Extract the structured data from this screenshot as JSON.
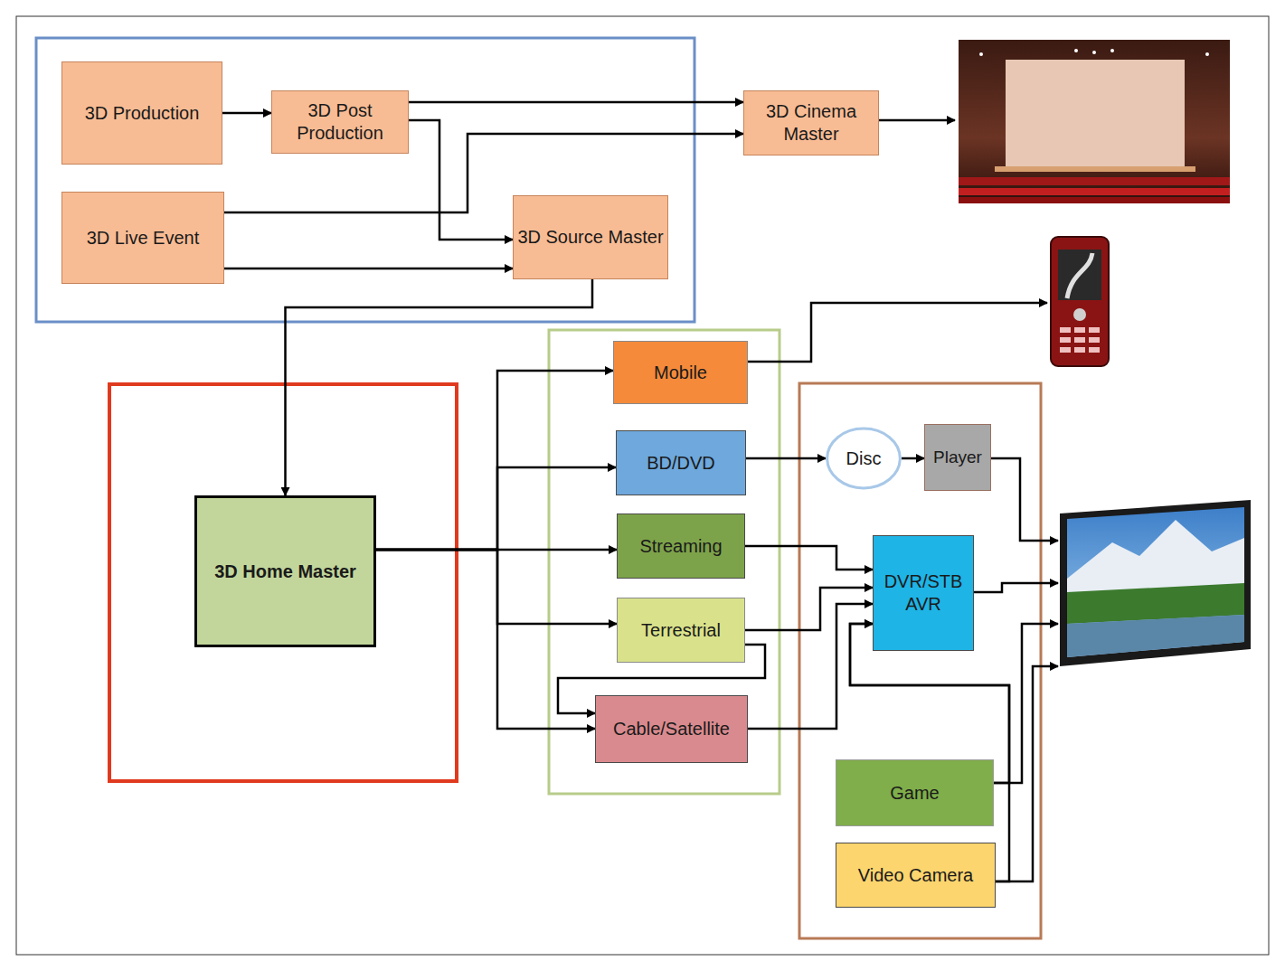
{
  "diagram": {
    "nodes": [
      {
        "text": [
          "3D Production"
        ]
      },
      {
        "text": [
          "3D Post Production"
        ]
      },
      {
        "text": [
          "3D Cinema Master"
        ]
      },
      {
        "text": [
          "3D Live Event"
        ]
      },
      {
        "text": [
          "3D Source Master"
        ]
      },
      {
        "text": [
          "3D Home Master"
        ]
      },
      {
        "text": [
          "Mobile"
        ]
      },
      {
        "text": [
          "BD/DVD"
        ]
      },
      {
        "text": [
          "Disc"
        ]
      },
      {
        "text": [
          "Player"
        ]
      },
      {
        "text": [
          "Streaming"
        ]
      },
      {
        "text": [
          "DVR/STB AVR"
        ]
      },
      {
        "text": [
          "Terrestrial"
        ]
      },
      {
        "text": [
          "Cable/Satellite"
        ]
      },
      {
        "text": [
          "Game"
        ]
      },
      {
        "text": [
          "Video Camera"
        ]
      }
    ],
    "edges": [
      {
        "from": 0,
        "to": 1,
        "arrow": "to"
      },
      {
        "from": 1,
        "to": 2,
        "arrow": "to"
      },
      {
        "from": 3,
        "to": 2,
        "arrow": "to"
      },
      {
        "from": 1,
        "to": 4,
        "arrow": "to"
      },
      {
        "from": 3,
        "to": 4,
        "arrow": "to"
      },
      {
        "from": 4,
        "to": 5,
        "arrow": "to"
      },
      {
        "from": 5,
        "to": 6,
        "arrow": "to"
      },
      {
        "from": 5,
        "to": 7,
        "arrow": "to"
      },
      {
        "from": 5,
        "to": 10,
        "arrow": "to"
      },
      {
        "from": 5,
        "to": 12,
        "arrow": "to"
      },
      {
        "from": 5,
        "to": 13,
        "arrow": "to"
      },
      {
        "from": 12,
        "to": 13,
        "arrow": "to"
      },
      {
        "from": 7,
        "to": 8,
        "arrow": "to"
      },
      {
        "from": 8,
        "to": 9,
        "arrow": "to"
      },
      {
        "from": 10,
        "to": 11,
        "arrow": "to"
      },
      {
        "from": 12,
        "to": 11,
        "arrow": "to"
      },
      {
        "from": 13,
        "to": 11,
        "arrow": "to"
      },
      {
        "from": 14,
        "to": 11,
        "arrow": "to"
      },
      {
        "from": 15,
        "to": 11,
        "arrow": "to"
      }
    ]
  }
}
